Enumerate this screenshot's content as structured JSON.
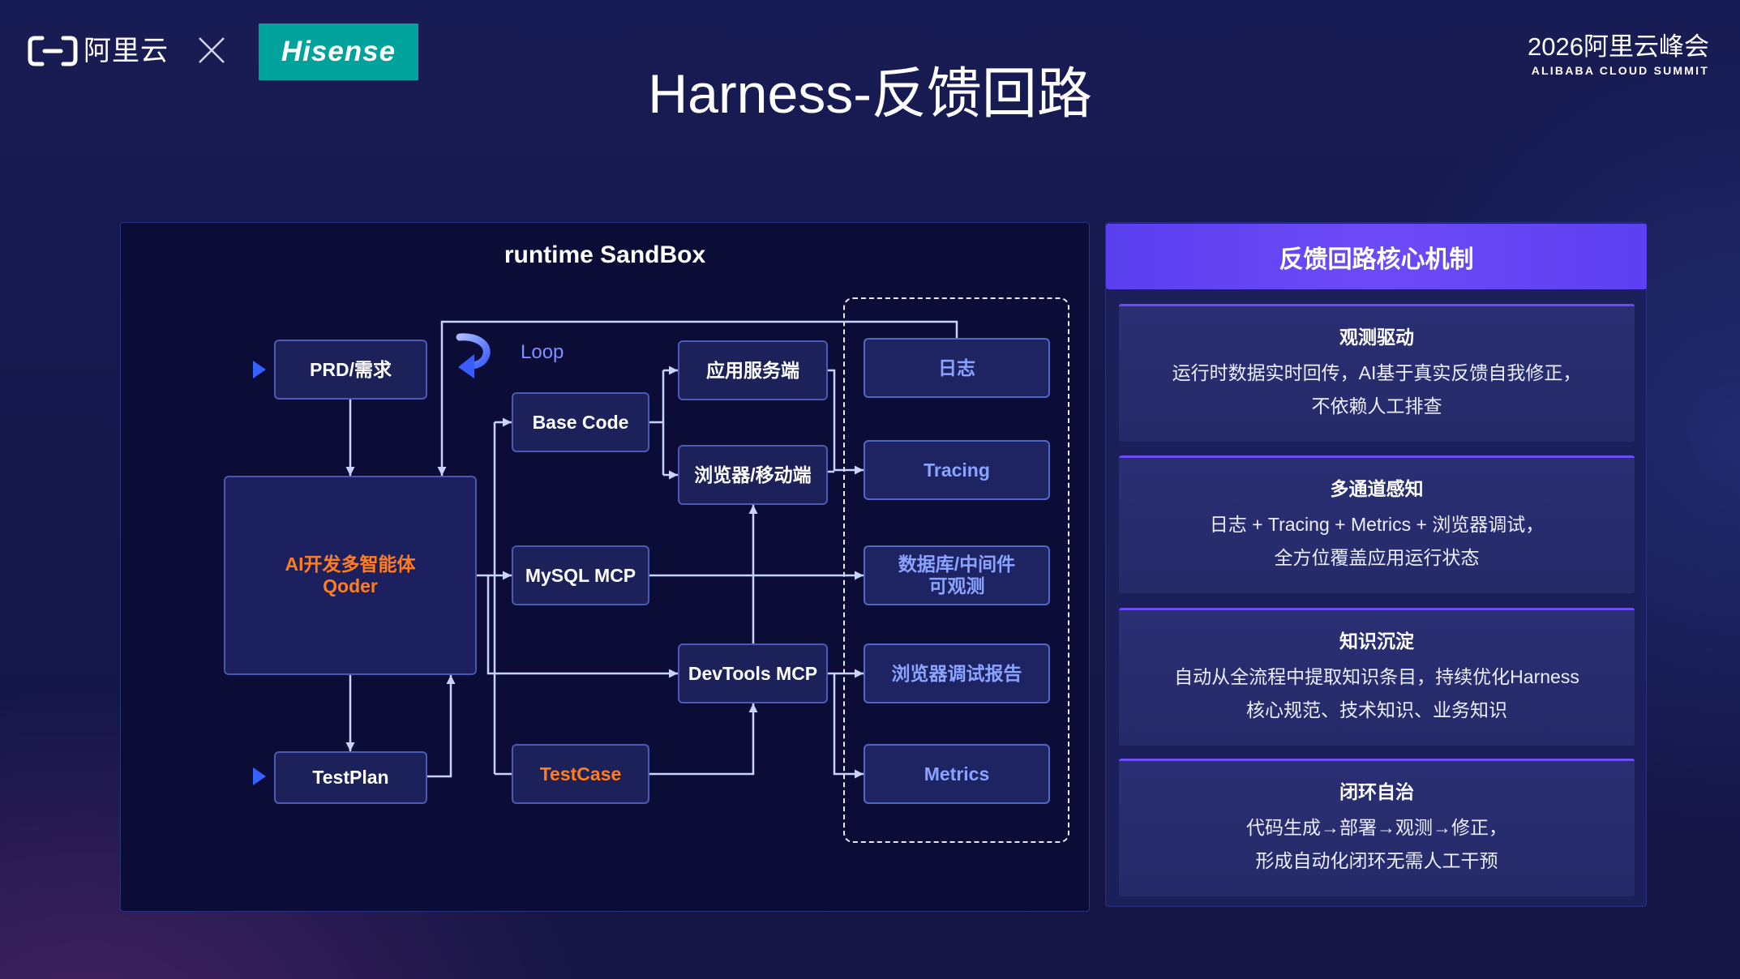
{
  "colors": {
    "accent_orange": "#ff7d1f",
    "observable_text": "#8aa3ff",
    "mechanism_header": "#6a47f4",
    "hisense_teal": "#00a39b",
    "connector": "#c9d3ff"
  },
  "header": {
    "alibaba_logo_icon": "alibaba-cloud-bracket-icon",
    "alibaba_logo_text": "阿里云",
    "separator_icon": "cross-icon",
    "hisense_logo_text": "Hisense",
    "summit_title": "2026阿里云峰会",
    "summit_subtitle": "ALIBABA CLOUD SUMMIT"
  },
  "title": "Harness-反馈回路",
  "sandbox": {
    "title": "runtime SandBox",
    "loop_icon": "curved-loop-arrow-icon",
    "loop_label": "Loop",
    "inputs": {
      "prd": "PRD/需求",
      "testplan": "TestPlan"
    },
    "agent": {
      "line1": "AI开发多智能体",
      "line2": "Qoder"
    },
    "tools": {
      "base_code": "Base Code",
      "mysql_mcp": "MySQL MCP",
      "testcase": "TestCase",
      "app_server": "应用服务端",
      "browser_mobile": "浏览器/移动端",
      "devtools_mcp": "DevTools MCP"
    },
    "observability": {
      "logs": "日志",
      "tracing": "Tracing",
      "db_line1": "数据库/中间件",
      "db_line2": "可观测",
      "browser_report": "浏览器调试报告",
      "metrics": "Metrics"
    }
  },
  "mechanism": {
    "header": "反馈回路核心机制",
    "cards": [
      {
        "title": "观测驱动",
        "lines": [
          "运行时数据实时回传，AI基于真实反馈自我修正，",
          "不依赖人工排查"
        ]
      },
      {
        "title": "多通道感知",
        "lines": [
          "日志 + Tracing + Metrics + 浏览器调试，",
          "全方位覆盖应用运行状态"
        ]
      },
      {
        "title": "知识沉淀",
        "lines": [
          "自动从全流程中提取知识条目，持续优化Harness",
          "核心规范、技术知识、业务知识"
        ]
      },
      {
        "title": "闭环自治",
        "lines": [
          "代码生成→部署→观测→修正，",
          "形成自动化闭环无需人工干预"
        ]
      }
    ]
  }
}
